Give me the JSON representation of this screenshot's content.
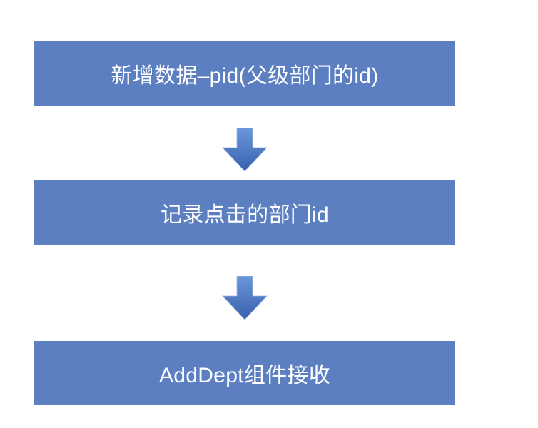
{
  "flow": {
    "steps": [
      {
        "label": "新增数据–pid(父级部门的id)"
      },
      {
        "label": "记录点击的部门id"
      },
      {
        "label": "AddDept组件接收"
      }
    ]
  },
  "colors": {
    "box": "#5b7fc1",
    "text": "#ffffff",
    "arrow_light": "#6d97da",
    "arrow_dark": "#3760ad"
  }
}
